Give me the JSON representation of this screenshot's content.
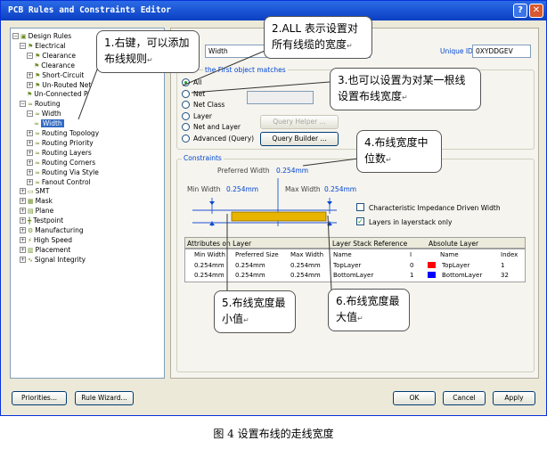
{
  "window": {
    "title": "PCB Rules and Constraints Editor",
    "help_label": "?",
    "close_label": "✕"
  },
  "tree": {
    "items": [
      {
        "label": "Design Rules",
        "icon": "rules-folder-icon",
        "expander": "−"
      },
      {
        "label": "Electrical",
        "icon": "rule-icon",
        "expander": "−"
      },
      {
        "label": "Clearance",
        "icon": "rule-icon",
        "expander": "−"
      },
      {
        "label": "Clearance",
        "icon": "rule-icon",
        "expander": ""
      },
      {
        "label": "Short-Circuit",
        "icon": "rule-icon",
        "expander": "+"
      },
      {
        "label": "Un-Routed Net",
        "icon": "rule-icon",
        "expander": "+"
      },
      {
        "label": "Un-Connected P",
        "icon": "rule-icon",
        "expander": ""
      },
      {
        "label": "Routing",
        "icon": "routing-icon",
        "expander": "−"
      },
      {
        "label": "Width",
        "icon": "routing-icon",
        "expander": "−"
      },
      {
        "label": "Width",
        "icon": "routing-icon",
        "expander": "",
        "selected": true
      },
      {
        "label": "Routing Topology",
        "icon": "routing-icon",
        "expander": "+"
      },
      {
        "label": "Routing Priority",
        "icon": "routing-icon",
        "expander": "+"
      },
      {
        "label": "Routing Layers",
        "icon": "routing-icon",
        "expander": "+"
      },
      {
        "label": "Routing Corners",
        "icon": "routing-icon",
        "expander": "+"
      },
      {
        "label": "Routing Via Style",
        "icon": "routing-icon",
        "expander": "+"
      },
      {
        "label": "Fanout Control",
        "icon": "routing-icon",
        "expander": "+"
      },
      {
        "label": "SMT",
        "icon": "smt-icon",
        "expander": "+"
      },
      {
        "label": "Mask",
        "icon": "mask-icon",
        "expander": "+"
      },
      {
        "label": "Plane",
        "icon": "plane-icon",
        "expander": "+"
      },
      {
        "label": "Testpoint",
        "icon": "testpoint-icon",
        "expander": "+"
      },
      {
        "label": "Manufacturing",
        "icon": "manufacturing-icon",
        "expander": "+"
      },
      {
        "label": "High Speed",
        "icon": "highspeed-icon",
        "expander": "+"
      },
      {
        "label": "Placement",
        "icon": "placement-icon",
        "expander": "+"
      },
      {
        "label": "Signal Integrity",
        "icon": "signal-icon",
        "expander": "+"
      }
    ]
  },
  "rule": {
    "name_value": "Width",
    "unique_id_label": "Unique ID",
    "unique_id_value": "0XYDDGEV",
    "where_title": "the First object matches",
    "radios": [
      {
        "label": "All",
        "checked": true
      },
      {
        "label": "Net",
        "checked": false
      },
      {
        "label": "Net Class",
        "checked": false
      },
      {
        "label": "Layer",
        "checked": false
      },
      {
        "label": "Net and Layer",
        "checked": false
      },
      {
        "label": "Advanced (Query)",
        "checked": false
      }
    ],
    "query_helper_label": "Query Helper ...",
    "query_builder_label": "Query Builder ..."
  },
  "constraints": {
    "title": "Constraints",
    "preferred_label": "Preferred Width",
    "preferred_value": "0.254mm",
    "min_label": "Min Width",
    "min_value": "0.254mm",
    "max_label": "Max Width",
    "max_value": "0.254mm",
    "impedance_label": "Characteristic Impedance Driven Width",
    "impedance_checked": false,
    "layers_label": "Layers in layerstack only",
    "layers_checked": true
  },
  "layer_table": {
    "attributes_header": "Attributes on Layer",
    "stack_header": "Layer Stack Reference",
    "absolute_header": "Absolute Layer",
    "columns": [
      "Min Width",
      "Preferred Size",
      "Max Width",
      "Name",
      "I",
      "Name",
      "Index"
    ],
    "rows": [
      {
        "min": "0.254mm",
        "pref": "0.254mm",
        "max": "0.254mm",
        "name": "TopLayer",
        "i": "0",
        "abs_name": "TopLayer",
        "index": "1",
        "color": "#ff0000"
      },
      {
        "min": "0.254mm",
        "pref": "0.254mm",
        "max": "0.254mm",
        "name": "BottomLayer",
        "i": "1",
        "abs_name": "BottomLayer",
        "index": "32",
        "color": "#0000ff"
      }
    ]
  },
  "buttons": {
    "priorities": "Priorities...",
    "rule_wizard": "Rule Wizard...",
    "ok": "OK",
    "cancel": "Cancel",
    "apply": "Apply"
  },
  "callouts": {
    "c1": "1.右键，可以添加布线规则",
    "c2": "2.ALL 表示设置对所有线缆的宽度",
    "c3": "3.也可以设置为对某一根线设置布线宽度",
    "c4": "4.布线宽度中位数",
    "c5": "5.布线宽度最小值",
    "c6": "6.布线宽度最大值",
    "return_mark": "↵"
  },
  "caption": "图 4 设置布线的走线宽度",
  "colors": {
    "title_bar": "#0a3fc2",
    "trace": "#e8b400",
    "selection": "#316ac5",
    "group_title": "#0046d5",
    "dimension": "#0046d5"
  }
}
